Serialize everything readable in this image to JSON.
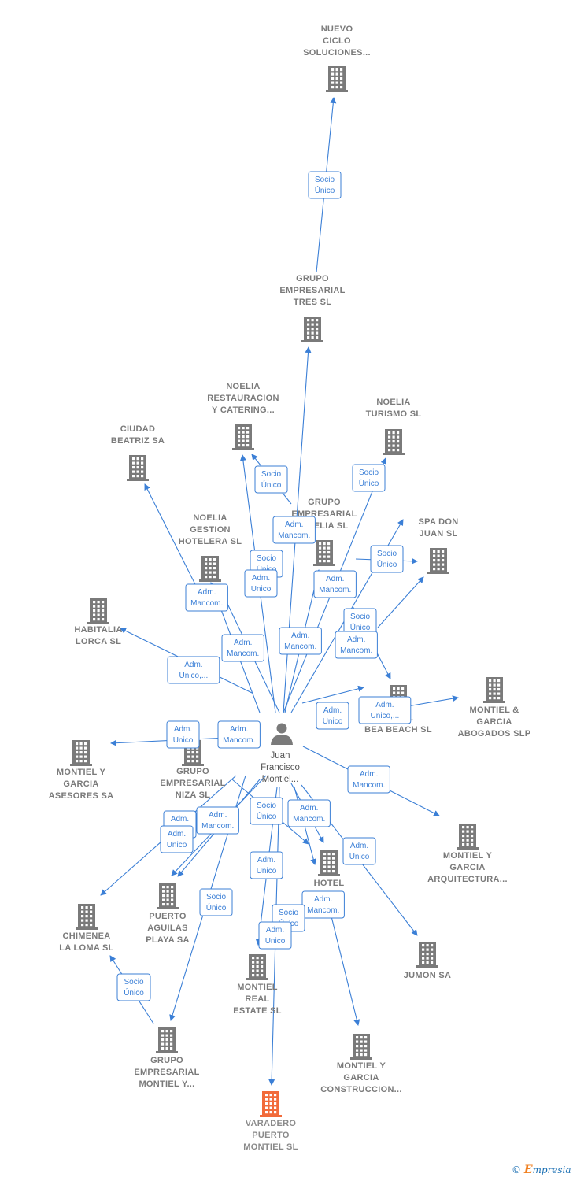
{
  "colors": {
    "edge": "#3b7fd6",
    "company": "#7a7a7a",
    "focus_company": "#f26b3a",
    "person": "#7a7a7a"
  },
  "person": {
    "lines": [
      "Juan",
      "Francisco",
      "Montiel..."
    ]
  },
  "companies": [
    {
      "id": "nuevo-ciclo",
      "lines": [
        "NUEVO",
        "CICLO",
        "SOLUCIONES..."
      ]
    },
    {
      "id": "grupo-tres",
      "lines": [
        "GRUPO",
        "EMPRESARIAL",
        "TRES SL"
      ]
    },
    {
      "id": "noelia-restauracion",
      "lines": [
        "NOELIA",
        "RESTAURACION",
        "Y CATERING..."
      ]
    },
    {
      "id": "noelia-turismo",
      "lines": [
        "NOELIA",
        "TURISMO  SL"
      ]
    },
    {
      "id": "ciudad-beatriz",
      "lines": [
        "CIUDAD",
        "BEATRIZ SA"
      ]
    },
    {
      "id": "grupo-noelia",
      "lines": [
        "GRUPO",
        "EMPRESARIAL",
        "NOELIA SL"
      ]
    },
    {
      "id": "noelia-gestion",
      "lines": [
        "NOELIA",
        "GESTION",
        "HOTELERA  SL"
      ]
    },
    {
      "id": "spa-don-juan",
      "lines": [
        "SPA DON",
        "JUAN  SL"
      ]
    },
    {
      "id": "habitalia-lorca",
      "lines": [
        "HABITALIA",
        "LORCA  SL"
      ]
    },
    {
      "id": "hotel-bea-beach",
      "lines": [
        "HOTEL",
        "BEA BEACH  SL"
      ]
    },
    {
      "id": "montiel-garcia-abogados",
      "lines": [
        "MONTIEL &",
        "GARCIA",
        "ABOGADOS  SLP"
      ]
    },
    {
      "id": "montiel-garcia-asesores",
      "lines": [
        "MONTIEL Y",
        "GARCIA",
        "ASESORES SA"
      ]
    },
    {
      "id": "grupo-niza",
      "lines": [
        "GRUPO",
        "EMPRESARIAL",
        "NIZA SL"
      ]
    },
    {
      "id": "montiel-garcia-arquitectura",
      "lines": [
        "MONTIEL Y",
        "GARCIA",
        "ARQUITECTURA..."
      ]
    },
    {
      "id": "puerto-aguilas",
      "lines": [
        "PUERTO",
        "AGUILAS",
        "PLAYA SA"
      ]
    },
    {
      "id": "hotel-2",
      "lines": [
        "HOTEL"
      ]
    },
    {
      "id": "chimenea-loma",
      "lines": [
        "CHIMENEA",
        "LA LOMA SL"
      ]
    },
    {
      "id": "jumon",
      "lines": [
        "JUMON SA"
      ]
    },
    {
      "id": "montiel-real-estate",
      "lines": [
        "MONTIEL",
        "REAL",
        "ESTATE  SL"
      ]
    },
    {
      "id": "grupo-montiel",
      "lines": [
        "GRUPO",
        "EMPRESARIAL",
        "MONTIEL Y..."
      ]
    },
    {
      "id": "montiel-garcia-construccion",
      "lines": [
        "MONTIEL Y",
        "GARCIA",
        "CONSTRUCCION..."
      ]
    },
    {
      "id": "varadero",
      "lines": [
        "VARADERO",
        "PUERTO",
        "MONTIEL  SL"
      ],
      "focus": true
    }
  ],
  "edge_labels": [
    {
      "id": "l1",
      "lines": [
        "Socio",
        "Único"
      ]
    },
    {
      "id": "l2",
      "lines": [
        "Socio",
        "Único"
      ]
    },
    {
      "id": "l3",
      "lines": [
        "Adm.",
        "Mancom."
      ]
    },
    {
      "id": "l4",
      "lines": [
        "Socio",
        "Único"
      ]
    },
    {
      "id": "l5",
      "lines": [
        "Socio",
        "Único"
      ]
    },
    {
      "id": "l6",
      "lines": [
        "Adm.",
        "Unico"
      ]
    },
    {
      "id": "l7",
      "lines": [
        "Adm.",
        "Mancom."
      ]
    },
    {
      "id": "l8",
      "lines": [
        "Adm.",
        "Mancom."
      ]
    },
    {
      "id": "l9",
      "lines": [
        "Socio",
        "Único"
      ]
    },
    {
      "id": "l10",
      "lines": [
        "Socio",
        "Único"
      ]
    },
    {
      "id": "l11",
      "lines": [
        "Adm.",
        "Mancom."
      ]
    },
    {
      "id": "l12",
      "lines": [
        "Adm.",
        "Mancom."
      ]
    },
    {
      "id": "l13",
      "lines": [
        "Adm.",
        "Mancom."
      ]
    },
    {
      "id": "l14",
      "lines": [
        "Adm.",
        "Unico,..."
      ]
    },
    {
      "id": "l15",
      "lines": [
        "Adm.",
        "Unico"
      ]
    },
    {
      "id": "l16",
      "lines": [
        "Adm.",
        "Unico,..."
      ]
    },
    {
      "id": "l17",
      "lines": [
        "Adm.",
        "Unico"
      ]
    },
    {
      "id": "l18",
      "lines": [
        "Adm.",
        "Mancom."
      ]
    },
    {
      "id": "l19",
      "lines": [
        "Adm.",
        "Mancom."
      ]
    },
    {
      "id": "l20",
      "lines": [
        "Socio",
        "Único"
      ]
    },
    {
      "id": "l21",
      "lines": [
        "Adm.",
        "Mancom."
      ]
    },
    {
      "id": "l22",
      "lines": [
        "Adm.",
        "Unico"
      ]
    },
    {
      "id": "l23",
      "lines": [
        "Adm.",
        "Mancom."
      ]
    },
    {
      "id": "l24",
      "lines": [
        "Adm.",
        "Unico"
      ]
    },
    {
      "id": "l25",
      "lines": [
        "Adm.",
        "Unico"
      ]
    },
    {
      "id": "l26",
      "lines": [
        "Adm.",
        "Unico"
      ]
    },
    {
      "id": "l27",
      "lines": [
        "Adm.",
        "Mancom."
      ]
    },
    {
      "id": "l28",
      "lines": [
        "Socio",
        "Único"
      ]
    },
    {
      "id": "l29",
      "lines": [
        "Adm.",
        "Unico"
      ]
    },
    {
      "id": "l30",
      "lines": [
        "Socio",
        "Único"
      ]
    }
  ],
  "credit": {
    "symbol": "©",
    "brand_initial": "E",
    "brand_rest": "mpresia"
  }
}
